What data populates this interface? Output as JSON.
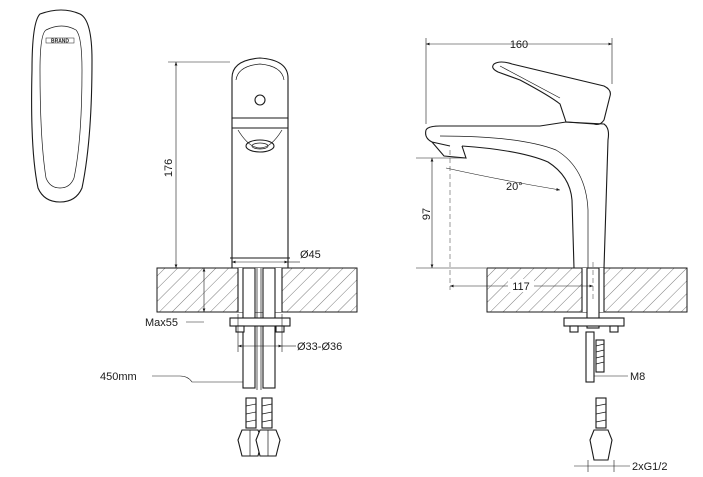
{
  "drawing": {
    "dimensions": {
      "width_total": "160",
      "height_total": "176",
      "spout_height": "97",
      "spout_reach": "117",
      "spout_angle": "20°",
      "body_diameter": "Ø45",
      "deck_thickness": "Max55",
      "hole_diameter": "Ø33-Ø36",
      "hose_length": "450mm",
      "mount_thread": "M8",
      "hose_connection": "2xG1/2"
    },
    "logo_text": "BRAND"
  }
}
